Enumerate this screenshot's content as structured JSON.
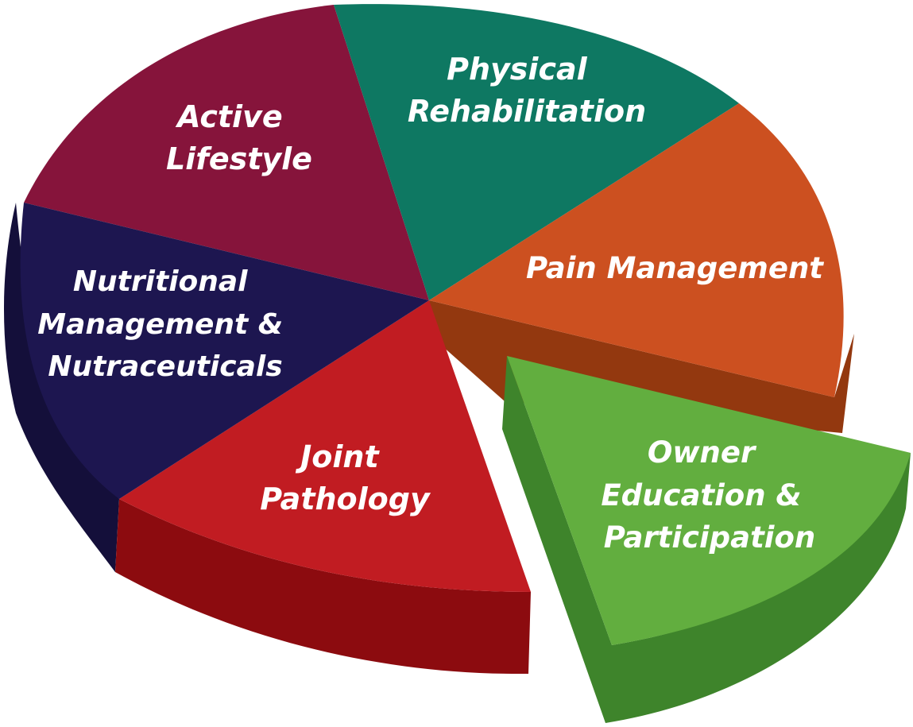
{
  "diagram": {
    "type": "exploded-3d-pie",
    "segments": [
      {
        "id": "physical-rehabilitation",
        "lines": [
          "Physical",
          "Rehabilitation"
        ],
        "top_color": "#0e7862",
        "side_color": "#075446",
        "exploded": false
      },
      {
        "id": "pain-management",
        "lines": [
          "Pain Management"
        ],
        "top_color": "#cc5020",
        "side_color": "#93380f",
        "exploded": false
      },
      {
        "id": "owner-education",
        "lines": [
          "Owner",
          "Education &",
          "Participation"
        ],
        "top_color": "#62ae3f",
        "side_color": "#3e842b",
        "exploded": true
      },
      {
        "id": "joint-pathology",
        "lines": [
          "Joint",
          "Pathology"
        ],
        "top_color": "#c11c22",
        "side_color": "#8c0b0f",
        "exploded": false
      },
      {
        "id": "nutritional-management",
        "lines": [
          "Nutritional",
          "Management &",
          "Nutraceuticals"
        ],
        "top_color": "#1d1650",
        "side_color": "#140f3a",
        "exploded": false
      },
      {
        "id": "active-lifestyle",
        "lines": [
          "Active",
          "Lifestyle"
        ],
        "top_color": "#86143b",
        "side_color": "#5e0d28",
        "exploded": false
      }
    ]
  }
}
